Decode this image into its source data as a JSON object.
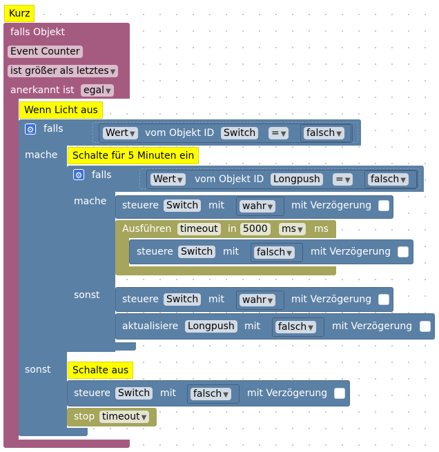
{
  "notes": {
    "kurz": "Kurz",
    "wenn_licht_aus": "Wenn Licht aus",
    "schalte_5min": "Schalte für 5 Minuten ein",
    "schalte_aus": "Schalte aus"
  },
  "trigger": {
    "falls_objekt": "falls Objekt",
    "object": "Event Counter",
    "condition": "ist größer als letztes",
    "anerkannt_label": "anerkannt ist",
    "anerkannt_value": "egal"
  },
  "if1": {
    "falls": "falls",
    "wert": "Wert",
    "vom_objekt": "vom Objekt ID",
    "id": "Switch",
    "op": "=",
    "value": "falsch",
    "mache": "mache",
    "sonst": "sonst"
  },
  "if2": {
    "falls": "falls",
    "wert": "Wert",
    "vom_objekt": "vom Objekt ID",
    "id": "Longpush",
    "op": "=",
    "value": "falsch",
    "mache": "mache",
    "sonst": "sonst"
  },
  "blocks": {
    "steuere": "steuere",
    "switch": "Switch",
    "mit": "mit",
    "wahr": "wahr",
    "falsch": "falsch",
    "mit_verzoegerung": "mit Verzögerung",
    "ausfuehren": "Ausführen",
    "timeout": "timeout",
    "in": "in",
    "delay": "5000",
    "unit": "ms",
    "unit_suffix": "ms",
    "aktualisiere": "aktualisiere",
    "longpush": "Longpush",
    "stop": "stop"
  },
  "icons": {
    "dropdown": "dropdown-arrow-icon",
    "gear": "gear-icon",
    "checkbox": "checkbox-icon"
  },
  "colors": {
    "trigger": "#a55b80",
    "logic": "#5b80a5",
    "timeout": "#a5a55b",
    "comment": "#ffff00"
  }
}
